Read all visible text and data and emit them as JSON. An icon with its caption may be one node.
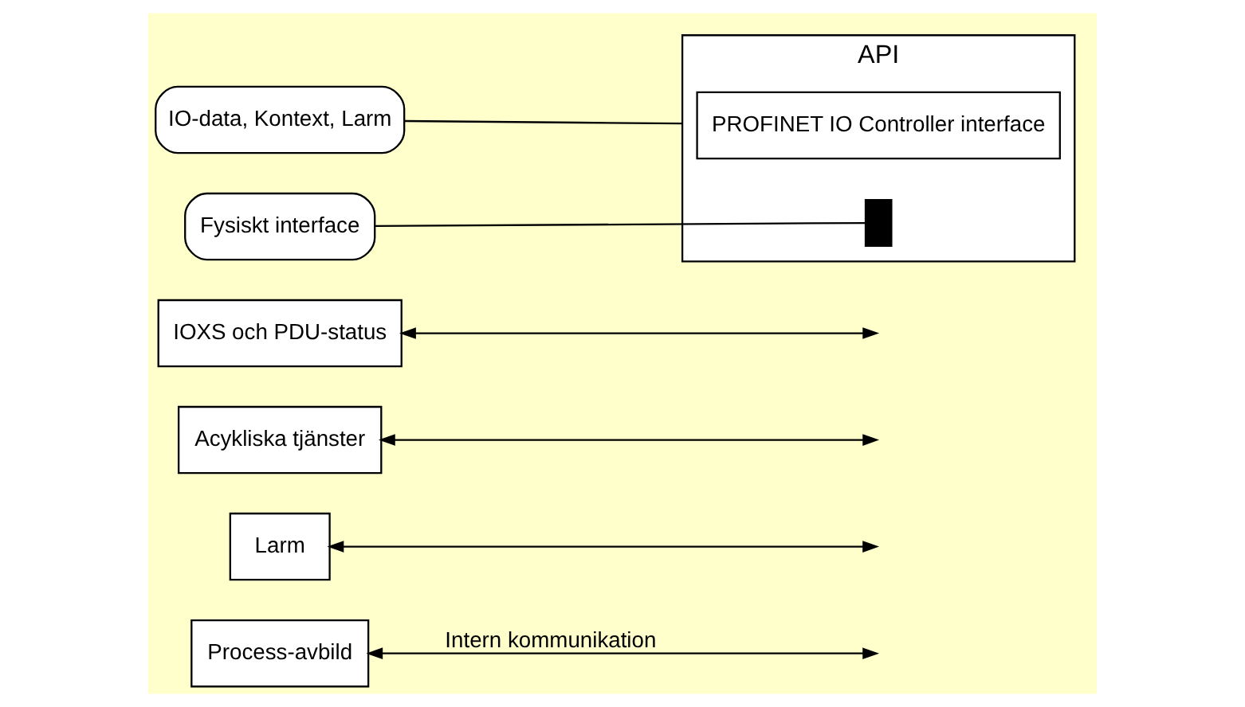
{
  "diagram": {
    "nodes": [
      {
        "text": [
          "Process-avbild"
        ]
      },
      {
        "text": [
          "Larm"
        ]
      },
      {
        "text": [
          "Acykliska tjänster"
        ]
      },
      {
        "text": [
          "IOXS och PDU-status"
        ]
      },
      {
        "text": [
          "API"
        ]
      },
      {
        "text": [
          "PROFINET IO Controller interface"
        ],
        "in": 4
      },
      {
        "text": [],
        "shape": "box",
        "in": 4
      },
      {
        "text": [
          "IO-data, Kontext, Larm"
        ]
      },
      {
        "text": [
          "Fysiskt interface"
        ]
      }
    ],
    "edges": [
      {
        "from": 0,
        "to": null,
        "arrow": "both",
        "label": "Intern kommunikation"
      },
      {
        "from": 1,
        "to": null,
        "arrow": "both"
      },
      {
        "from": 2,
        "to": null,
        "arrow": "both"
      },
      {
        "from": 3,
        "to": null,
        "arrow": "both"
      },
      {
        "from": 7,
        "to": 4,
        "arrow": "none"
      },
      {
        "from": 8,
        "to": 6,
        "arrow": "none"
      }
    ]
  }
}
